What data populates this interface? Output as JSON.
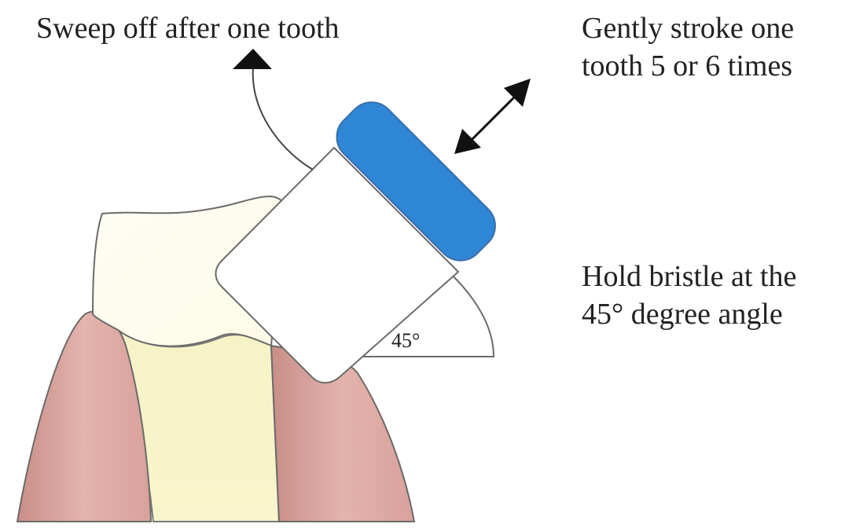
{
  "labels": {
    "sweep": "Sweep off after one tooth",
    "stroke_line1": "Gently stroke one",
    "stroke_line2": "tooth 5 or 6 times",
    "hold_line1": "Hold bristle at the",
    "hold_line2": "45° degree angle"
  },
  "angle_label": "45°",
  "colors": {
    "gum": "#e4b3ad",
    "gum_dark": "#c98e88",
    "tooth_enamel": "#fdfbe6",
    "tooth_root": "#f8f5cc",
    "bristle_blue": "#2f86d6",
    "bristle_light": "#eef6ee",
    "outline": "#6b6b6b",
    "arrow": "#111111"
  }
}
